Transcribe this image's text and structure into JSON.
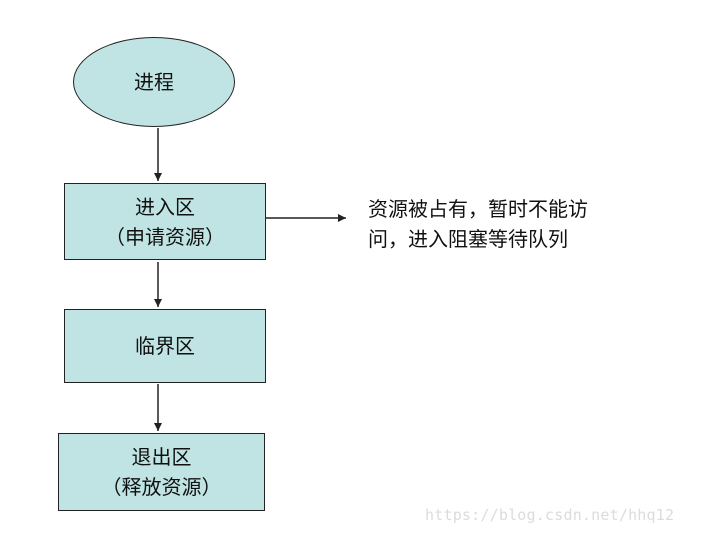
{
  "diagram": {
    "process": "进程",
    "entry": {
      "title": "进入区",
      "subtitle": "（申请资源）"
    },
    "critical": "临界区",
    "exit": {
      "title": "退出区",
      "subtitle": "（释放资源）"
    },
    "blocked_note": {
      "line1": "资源被占有，暂时不能访",
      "line2": "问，进入阻塞等待队列"
    }
  },
  "watermark": "https://blog.csdn.net/hhq12",
  "colors": {
    "node_fill": "#c0e4e4",
    "stroke": "#222222",
    "text": "#111111",
    "watermark": "#dcdcdc"
  }
}
